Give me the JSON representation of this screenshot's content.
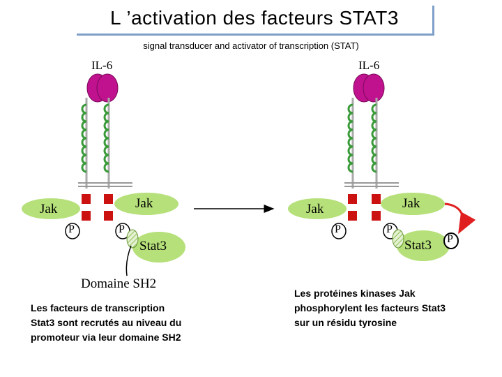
{
  "title": "L ’activation des facteurs STAT3",
  "subtitle": "signal transducer and activator of transcription (STAT)",
  "left_panel": {
    "ligand_label": "IL-6",
    "jak_left": "Jak",
    "jak_right": "Jak",
    "p_left": "P",
    "p_right": "P",
    "stat3": "Stat3",
    "domain_label": "Domaine SH2",
    "caption": [
      "Les facteurs de transcription",
      "Stat3 sont recrutés au niveau du",
      "promoteur via leur domaine SH2"
    ]
  },
  "right_panel": {
    "ligand_label": "IL-6",
    "jak_left": "Jak",
    "jak_right": "Jak",
    "p_left": "P",
    "p_right": "P",
    "stat3": "Stat3",
    "p_stat3": "P",
    "caption": [
      "Les protéines kinases Jak",
      "phosphorylent les facteurs Stat3",
      "sur un résidu tyrosine"
    ]
  },
  "colors": {
    "ligand": "#c0128f",
    "coil": "#3a9a3a",
    "membrane": "#aaaaaa",
    "box": "#cc1111",
    "jak": "#b6e07a",
    "stat3": "#b6e07a",
    "sh2": "#d8ecc0",
    "arrow_red": "#e02020",
    "title_border": "#7f9fc9"
  }
}
